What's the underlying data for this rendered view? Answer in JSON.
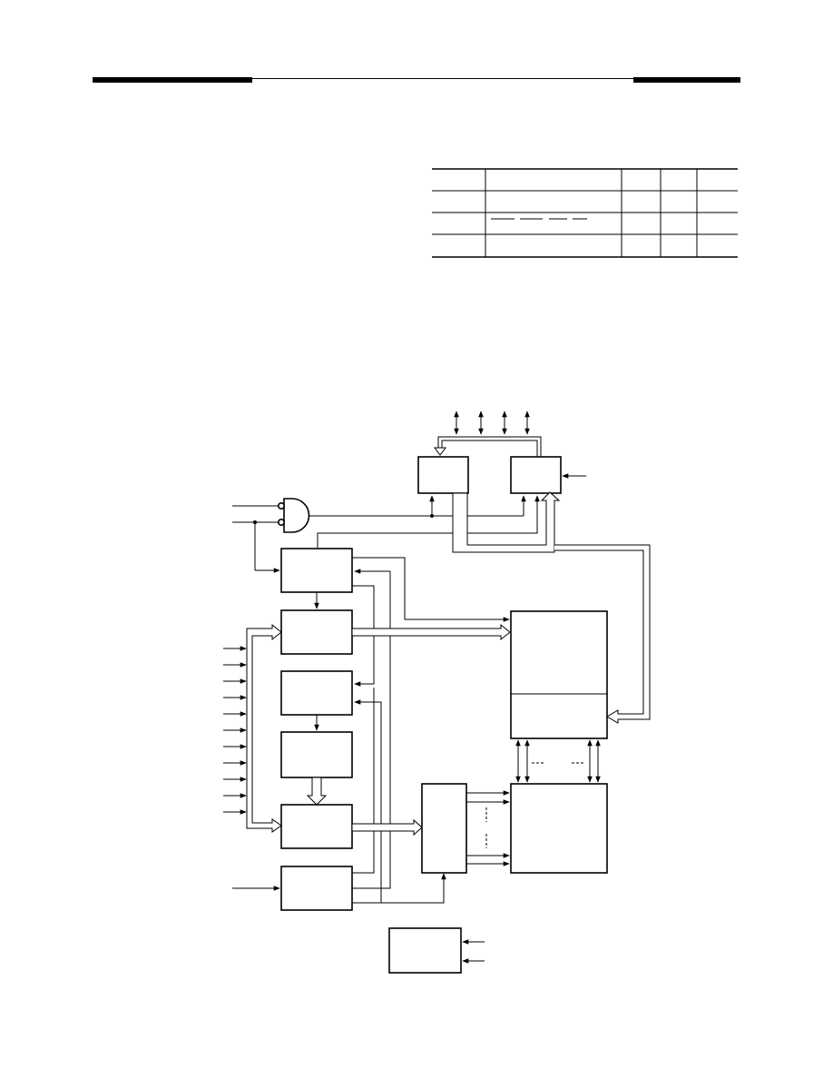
{
  "page": {
    "header_rule": "present",
    "notes": []
  },
  "table": {
    "columns": 5,
    "rows": 4,
    "cells": []
  },
  "diagram": {
    "blocks": [],
    "signals": []
  }
}
